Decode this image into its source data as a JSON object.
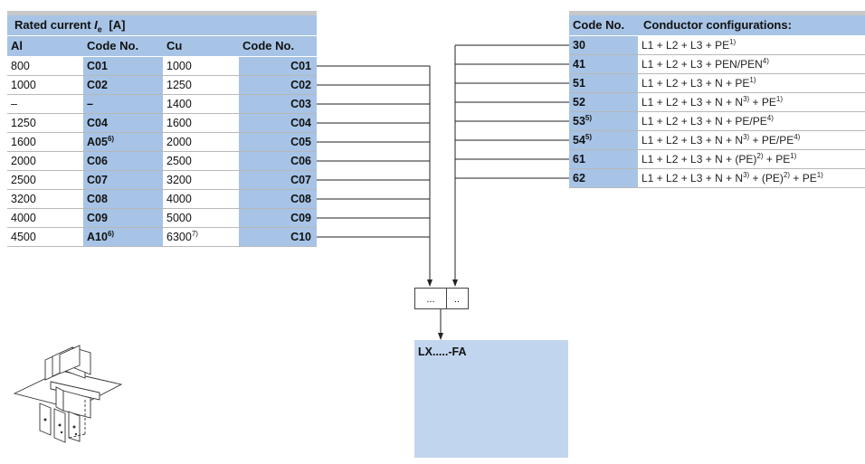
{
  "rated_table": {
    "title": "Rated current",
    "title_symbol": "I",
    "title_sub": "e",
    "title_unit": "[A]",
    "columns": [
      "Al",
      "Code No.",
      "Cu",
      "Code No."
    ],
    "rows": [
      {
        "al": "800",
        "al_code": "C01",
        "al_code_sup": "",
        "cu": "1000",
        "cu_sup": "",
        "cu_code": "C01"
      },
      {
        "al": "1000",
        "al_code": "C02",
        "al_code_sup": "",
        "cu": "1250",
        "cu_sup": "",
        "cu_code": "C02"
      },
      {
        "al": "–",
        "al_code": "–",
        "al_code_sup": "",
        "cu": "1400",
        "cu_sup": "",
        "cu_code": "C03"
      },
      {
        "al": "1250",
        "al_code": "C04",
        "al_code_sup": "",
        "cu": "1600",
        "cu_sup": "",
        "cu_code": "C04"
      },
      {
        "al": "1600",
        "al_code": "A05",
        "al_code_sup": "6)",
        "cu": "2000",
        "cu_sup": "",
        "cu_code": "C05"
      },
      {
        "al": "2000",
        "al_code": "C06",
        "al_code_sup": "",
        "cu": "2500",
        "cu_sup": "",
        "cu_code": "C06"
      },
      {
        "al": "2500",
        "al_code": "C07",
        "al_code_sup": "",
        "cu": "3200",
        "cu_sup": "",
        "cu_code": "C07"
      },
      {
        "al": "3200",
        "al_code": "C08",
        "al_code_sup": "",
        "cu": "4000",
        "cu_sup": "",
        "cu_code": "C08"
      },
      {
        "al": "4000",
        "al_code": "C09",
        "al_code_sup": "",
        "cu": "5000",
        "cu_sup": "",
        "cu_code": "C09"
      },
      {
        "al": "4500",
        "al_code": "A10",
        "al_code_sup": "6)",
        "cu": "6300",
        "cu_sup": "7)",
        "cu_code": "C10"
      }
    ]
  },
  "conductor_table": {
    "columns": [
      "Code No.",
      "Conductor configurations:"
    ],
    "rows": [
      {
        "code": "30",
        "code_sup": "",
        "parts": [
          [
            "L1 + L2 + L3 + PE",
            "1)"
          ]
        ]
      },
      {
        "code": "41",
        "code_sup": "",
        "parts": [
          [
            "L1 + L2 + L3 + PEN/PEN",
            "4)"
          ]
        ]
      },
      {
        "code": "51",
        "code_sup": "",
        "parts": [
          [
            "L1 + L2 + L3 + N + PE",
            "1)"
          ]
        ]
      },
      {
        "code": "52",
        "code_sup": "",
        "parts": [
          [
            "L1 + L2 + L3 + N + N",
            "3)"
          ],
          [
            " + PE",
            "1)"
          ]
        ]
      },
      {
        "code": "53",
        "code_sup": "5)",
        "parts": [
          [
            "L1 + L2 + L3 + N + PE/PE",
            "4)"
          ]
        ]
      },
      {
        "code": "54",
        "code_sup": "5)",
        "parts": [
          [
            "L1 + L2 + L3 + N + N",
            "3)"
          ],
          [
            " + PE/PE",
            "4)"
          ]
        ]
      },
      {
        "code": "61",
        "code_sup": "",
        "parts": [
          [
            "L1 + L2 + L3 + N + (PE)",
            "2)"
          ],
          [
            " + PE",
            "1)"
          ]
        ]
      },
      {
        "code": "62",
        "code_sup": "",
        "parts": [
          [
            "L1 + L2 + L3 + N + N",
            "3)"
          ],
          [
            " + (PE)",
            "2)"
          ],
          [
            " + PE",
            "1)"
          ]
        ]
      }
    ]
  },
  "order_code": {
    "slot1": "...",
    "slot2": "..",
    "result_label": "LX.....-FA"
  },
  "colors": {
    "header_blue": "#a7c4e6",
    "result_blue": "#c2d5ee",
    "strip_gray": "#c8c8c8"
  }
}
